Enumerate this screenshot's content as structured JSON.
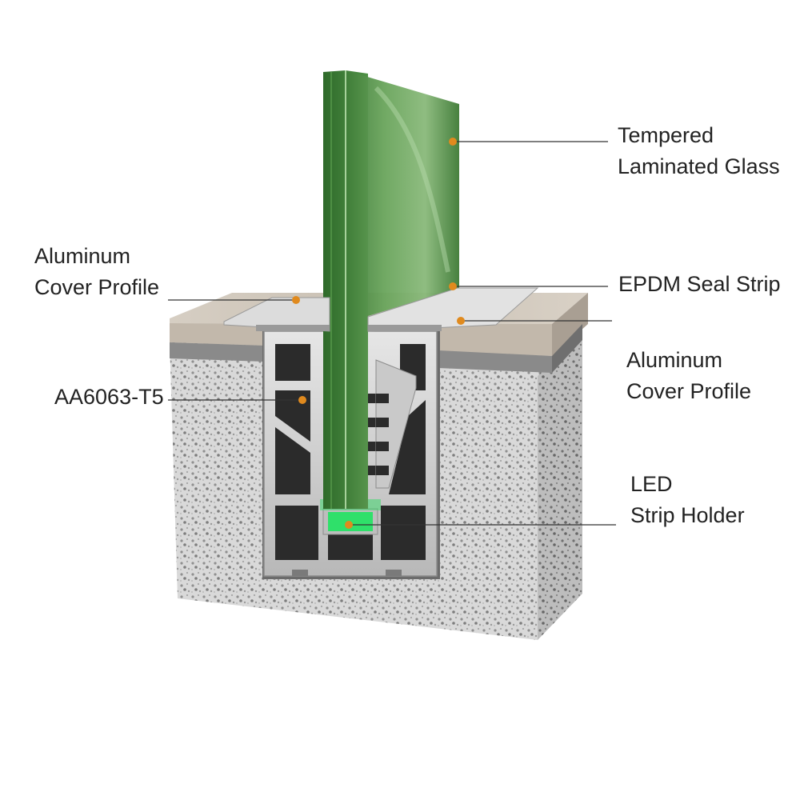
{
  "labels": {
    "glass": [
      "Tempered",
      "Laminated Glass"
    ],
    "cover_left": [
      "Aluminum",
      "Cover Profile"
    ],
    "seal": [
      "EPDM Seal Strip"
    ],
    "cover_right": [
      "Aluminum",
      "Cover Profile"
    ],
    "alloy": [
      "AA6063-T5"
    ],
    "led": [
      "LED",
      "Strip Holder"
    ]
  },
  "colors": {
    "glass": "#4f8f45",
    "marker": "#e08a1e",
    "led": "#2fe06a",
    "concrete": "#d8d8d8",
    "stone": "#cfc6ba",
    "aluminum": "#bdbdbd"
  }
}
